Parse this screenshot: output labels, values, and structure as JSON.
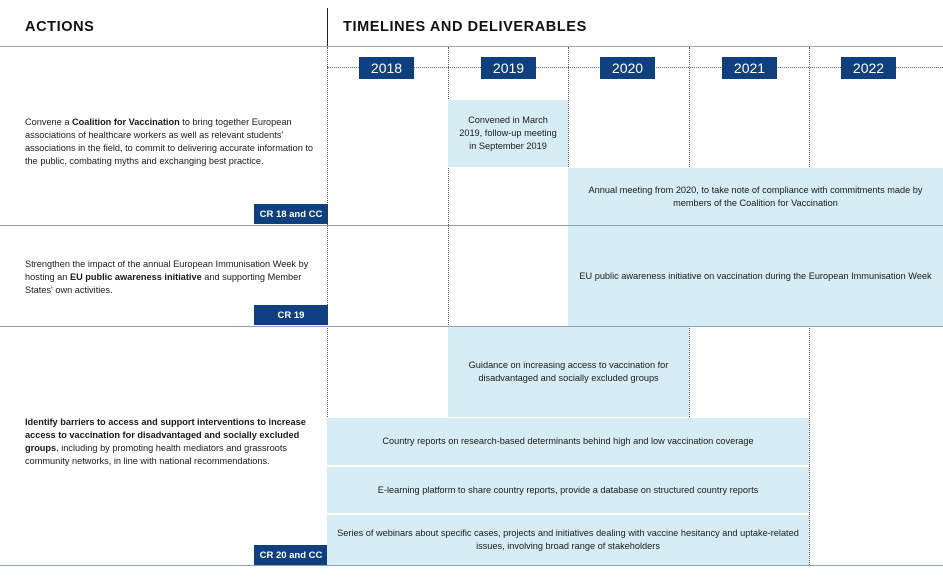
{
  "headers": {
    "actions": "ACTIONS",
    "timelines": "TIMELINES AND DELIVERABLES"
  },
  "years": [
    "2018",
    "2019",
    "2020",
    "2021",
    "2022"
  ],
  "rows": [
    {
      "action_bold": "Coalition for Vaccination",
      "action_pre": "Convene a ",
      "action_post": " to bring together European associations of healthcare workers as well as relevant students' associations in the field, to commit to delivering accurate information to the public, combating myths and exchanging best practice.",
      "code": "CR 18 and CC",
      "deliverables": [
        "Convened in March 2019, follow-up meeting in September 2019",
        "Annual meeting from 2020, to take note of compliance with commitments made by members of the Coalition for Vaccination"
      ]
    },
    {
      "action_pre": "Strengthen the impact of the annual European Immunisation Week by hosting an ",
      "action_bold": "EU public awareness initiative",
      "action_post": " and supporting Member States' own activities.",
      "code": "CR 19",
      "deliverables": [
        "EU public awareness initiative on vaccination during the European Immunisation Week"
      ]
    },
    {
      "action_pre": "",
      "action_bold": "Identify barriers to access and support interventions to increase access to vaccination for disadvantaged and socially excluded groups",
      "action_post": ", including by promoting health mediators and grassroots community networks, in line with national recommendations.",
      "code": "CR 20 and CC",
      "deliverables": [
        "Guidance on increasing access to vaccination for disadvantaged and socially excluded groups",
        "Country reports on research-based determinants behind high and low vaccination coverage",
        "E-learning platform to share country reports, provide a database on structured country reports",
        "Series of webinars about specific cases, projects and initiatives dealing with vaccine hesitancy and uptake-related issues, involving broad range of stakeholders"
      ]
    }
  ]
}
